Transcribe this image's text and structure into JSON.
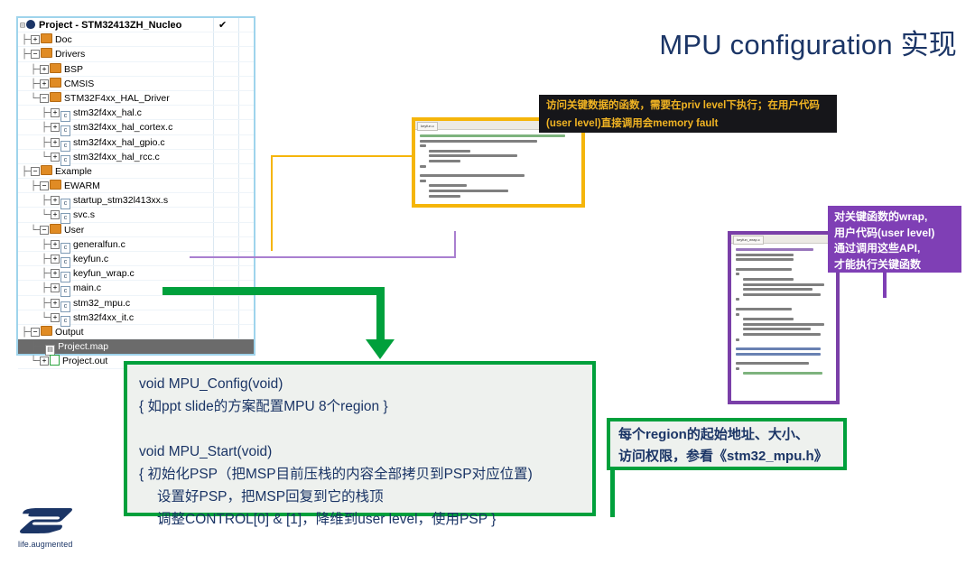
{
  "slide": {
    "title": "MPU configuration 实现",
    "title_color": "#1b3566"
  },
  "project_tree": {
    "root": {
      "label": "Project - STM32413ZH_Nucleo",
      "check": "✔"
    },
    "nodes": [
      {
        "label": "Doc",
        "indent": 1,
        "type": "folder",
        "expander": "+",
        "stem": "├─"
      },
      {
        "label": "Drivers",
        "indent": 1,
        "type": "folder",
        "expander": "−",
        "stem": "├─"
      },
      {
        "label": "BSP",
        "indent": 2,
        "type": "folder",
        "expander": "+",
        "stem": "├─"
      },
      {
        "label": "CMSIS",
        "indent": 2,
        "type": "folder",
        "expander": "+",
        "stem": "├─"
      },
      {
        "label": "STM32F4xx_HAL_Driver",
        "indent": 2,
        "type": "folder",
        "expander": "−",
        "stem": "└─"
      },
      {
        "label": "stm32f4xx_hal.c",
        "indent": 3,
        "type": "file",
        "expander": "+",
        "stem": "├─"
      },
      {
        "label": "stm32f4xx_hal_cortex.c",
        "indent": 3,
        "type": "file",
        "expander": "+",
        "stem": "├─"
      },
      {
        "label": "stm32f4xx_hal_gpio.c",
        "indent": 3,
        "type": "file",
        "expander": "+",
        "stem": "├─"
      },
      {
        "label": "stm32f4xx_hal_rcc.c",
        "indent": 3,
        "type": "file",
        "expander": "+",
        "stem": "└─"
      },
      {
        "label": "Example",
        "indent": 1,
        "type": "folder",
        "expander": "−",
        "stem": "├─"
      },
      {
        "label": "EWARM",
        "indent": 2,
        "type": "folder",
        "expander": "−",
        "stem": "├─"
      },
      {
        "label": "startup_stm32l413xx.s",
        "indent": 3,
        "type": "file",
        "expander": "+",
        "stem": "├─"
      },
      {
        "label": "svc.s",
        "indent": 3,
        "type": "file",
        "expander": "+",
        "stem": "└─"
      },
      {
        "label": "User",
        "indent": 2,
        "type": "folder",
        "expander": "−",
        "stem": "└─"
      },
      {
        "label": "generalfun.c",
        "indent": 3,
        "type": "file",
        "expander": "+",
        "stem": "├─"
      },
      {
        "label": "keyfun.c",
        "indent": 3,
        "type": "file",
        "expander": "+",
        "stem": "├─"
      },
      {
        "label": "keyfun_wrap.c",
        "indent": 3,
        "type": "file",
        "expander": "+",
        "stem": "├─"
      },
      {
        "label": "main.c",
        "indent": 3,
        "type": "file",
        "expander": "+",
        "stem": "├─"
      },
      {
        "label": "stm32_mpu.c",
        "indent": 3,
        "type": "file",
        "expander": "+",
        "stem": "├─"
      },
      {
        "label": "stm32f4xx_it.c",
        "indent": 3,
        "type": "file",
        "expander": "+",
        "stem": "└─"
      },
      {
        "label": "Output",
        "indent": 1,
        "type": "folder",
        "expander": "−",
        "stem": "├─"
      },
      {
        "label": "Project.map",
        "indent": 2,
        "type": "doc",
        "expander": "",
        "stem": "├──",
        "selected": true
      },
      {
        "label": "Project.out",
        "indent": 2,
        "type": "out",
        "expander": "+",
        "stem": "└─"
      }
    ]
  },
  "code_windows": [
    {
      "id": "keyfun",
      "tab_label": "keyfun.c",
      "border_color": "#f5b50a"
    },
    {
      "id": "keyfun_wrap",
      "tab_label": "keyfun_wrap.c",
      "border_color": "#7a3fa8"
    }
  ],
  "callouts": {
    "black": {
      "line1": "访问关键数据的函数，需要在priv level下执行；在用户代码",
      "line2": "(user level)直接调用会memory fault",
      "bg": "#16161a",
      "fg": "#f0b323"
    },
    "purple": {
      "line1": "对关键函数的wrap,",
      "line2": "用户代码(user level)",
      "line3": "通过调用这些API,",
      "line4": "才能执行关键函数",
      "bg": "#7f3fb5",
      "fg": "#ffffff"
    },
    "green_side": {
      "line1": "每个region的起始地址、大小、",
      "line2": "访问权限，参看《stm32_mpu.h》",
      "border": "#00a03c"
    }
  },
  "green_main": {
    "line1": "void MPU_Config(void)",
    "line2": "{ 如ppt slide的方案配置MPU 8个region }",
    "line3": "void MPU_Start(void)",
    "line4": "{ 初始化PSP（把MSP目前压栈的内容全部拷贝到PSP对应位置)",
    "line5": "设置好PSP，把MSP回复到它的栈顶",
    "line6": "调整CONTROL[0] & [1]，降维到user level，使用PSP }",
    "border": "#00a03c",
    "bg": "#eef1ee",
    "fg": "#1b3566"
  },
  "logo": {
    "tagline": "life.augmented",
    "color": "#1b3566"
  }
}
